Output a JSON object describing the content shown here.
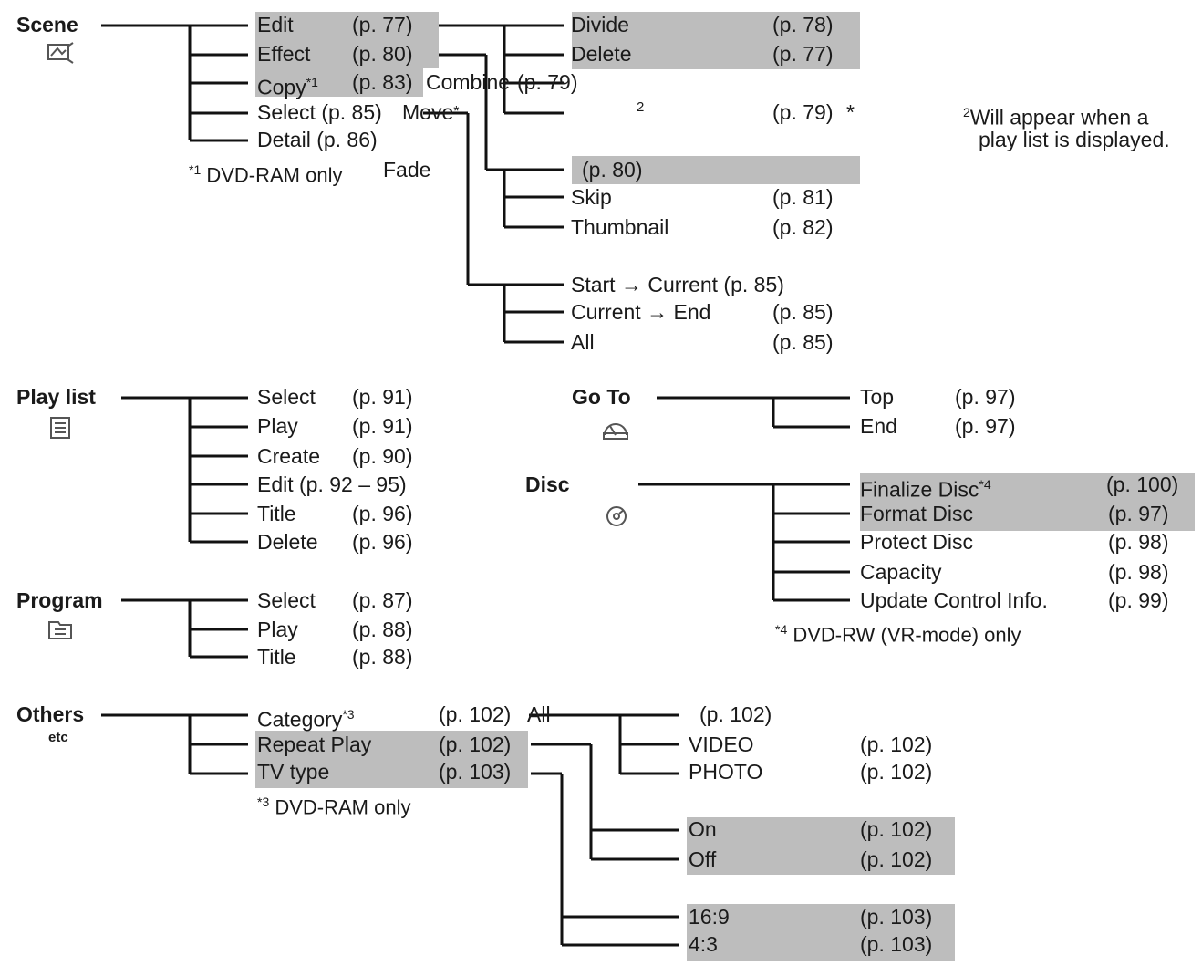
{
  "colors": {
    "highlight": "#bdbdbd",
    "line": "#111111",
    "text": "#1a1a1a"
  },
  "scene": {
    "title": "Scene",
    "icon": "scene-icon",
    "items": [
      {
        "label": "Edit",
        "page": "(p. 77)"
      },
      {
        "label": "Effect",
        "page": "(p. 80)"
      },
      {
        "label": "Copy",
        "sup": "*1",
        "page": "(p. 83)"
      },
      {
        "label": "Select (p. 85)"
      },
      {
        "label": "Detail (p. 86)"
      }
    ],
    "footnote": {
      "mark": "*1",
      "text": " DVD-RAM only"
    },
    "edit_sub": [
      {
        "label": "Divide",
        "page": "(p. 78)"
      },
      {
        "label": "Delete",
        "page": "(p. 77)"
      },
      {
        "label": "Combine",
        "page": "(p. 79)"
      },
      {
        "label": "",
        "sup": "2",
        "page": "(p. 79)",
        "mark": "*"
      }
    ],
    "move_label": "Move",
    "move_mark": "*",
    "fade_label": "Fade",
    "effect_sub": [
      {
        "label": "",
        "page": "(p. 80)"
      },
      {
        "label": "Skip",
        "page": "(p. 81)"
      },
      {
        "label": "Thumbnail",
        "page": "(p. 82)"
      }
    ],
    "select_sub": [
      {
        "label": "Start → Current (p. 85)"
      },
      {
        "label": "Current → End",
        "page": "(p. 85)"
      },
      {
        "label": "All",
        "page": "(p. 85)"
      }
    ],
    "note2": {
      "sup": "2",
      "line1": "Will appear when a",
      "line2": "play list is displayed."
    }
  },
  "playlist": {
    "title": "Play list",
    "icon": "playlist-icon",
    "items": [
      {
        "label": "Select",
        "page": "(p. 91)"
      },
      {
        "label": "Play",
        "page": "(p. 91)"
      },
      {
        "label": "Create",
        "page": "(p. 90)"
      },
      {
        "label": "Edit (p. 92 – 95)"
      },
      {
        "label": "Title",
        "page": "(p. 96)"
      },
      {
        "label": "Delete",
        "page": "(p. 96)"
      }
    ]
  },
  "program": {
    "title": "Program",
    "icon": "program-icon",
    "items": [
      {
        "label": "Select",
        "page": "(p. 87)"
      },
      {
        "label": "Play",
        "page": "(p. 88)"
      },
      {
        "label": "Title",
        "page": "(p. 88)"
      }
    ]
  },
  "goto": {
    "title": "Go To",
    "icon": "goto-icon",
    "items": [
      {
        "label": "Top",
        "page": "(p. 97)"
      },
      {
        "label": "End",
        "page": "(p. 97)"
      }
    ]
  },
  "disc": {
    "title": "Disc",
    "icon": "disc-icon",
    "items": [
      {
        "label": "Finalize Disc",
        "sup": "*4",
        "page": "(p. 100)"
      },
      {
        "label": "Format Disc",
        "page": "(p. 97)"
      },
      {
        "label": "Protect Disc",
        "page": "(p. 98)"
      },
      {
        "label": "Capacity",
        "page": "(p. 98)"
      },
      {
        "label": "Update Control Info.",
        "page": "(p. 99)"
      }
    ],
    "footnote": {
      "mark": "*4",
      "text": " DVD-RW (VR-mode) only"
    }
  },
  "others": {
    "title": "Others",
    "subtitle": "etc",
    "items": [
      {
        "label": "Category",
        "sup": "*3",
        "page": "(p. 102)"
      },
      {
        "label": "Repeat Play",
        "page": "(p. 102)"
      },
      {
        "label": "TV type",
        "page": "(p. 103)"
      }
    ],
    "footnote": {
      "mark": "*3",
      "text": " DVD-RAM only"
    },
    "category_sub": [
      {
        "label": "All",
        "page": "(p. 102)"
      },
      {
        "label": "VIDEO",
        "page": "(p. 102)"
      },
      {
        "label": "PHOTO",
        "page": "(p. 102)"
      }
    ],
    "repeat_sub": [
      {
        "label": "On",
        "page": "(p. 102)"
      },
      {
        "label": "Off",
        "page": "(p. 102)"
      }
    ],
    "tv_sub": [
      {
        "label": "16:9",
        "page": "(p. 103)"
      },
      {
        "label": "4:3",
        "page": "(p. 103)"
      }
    ]
  }
}
